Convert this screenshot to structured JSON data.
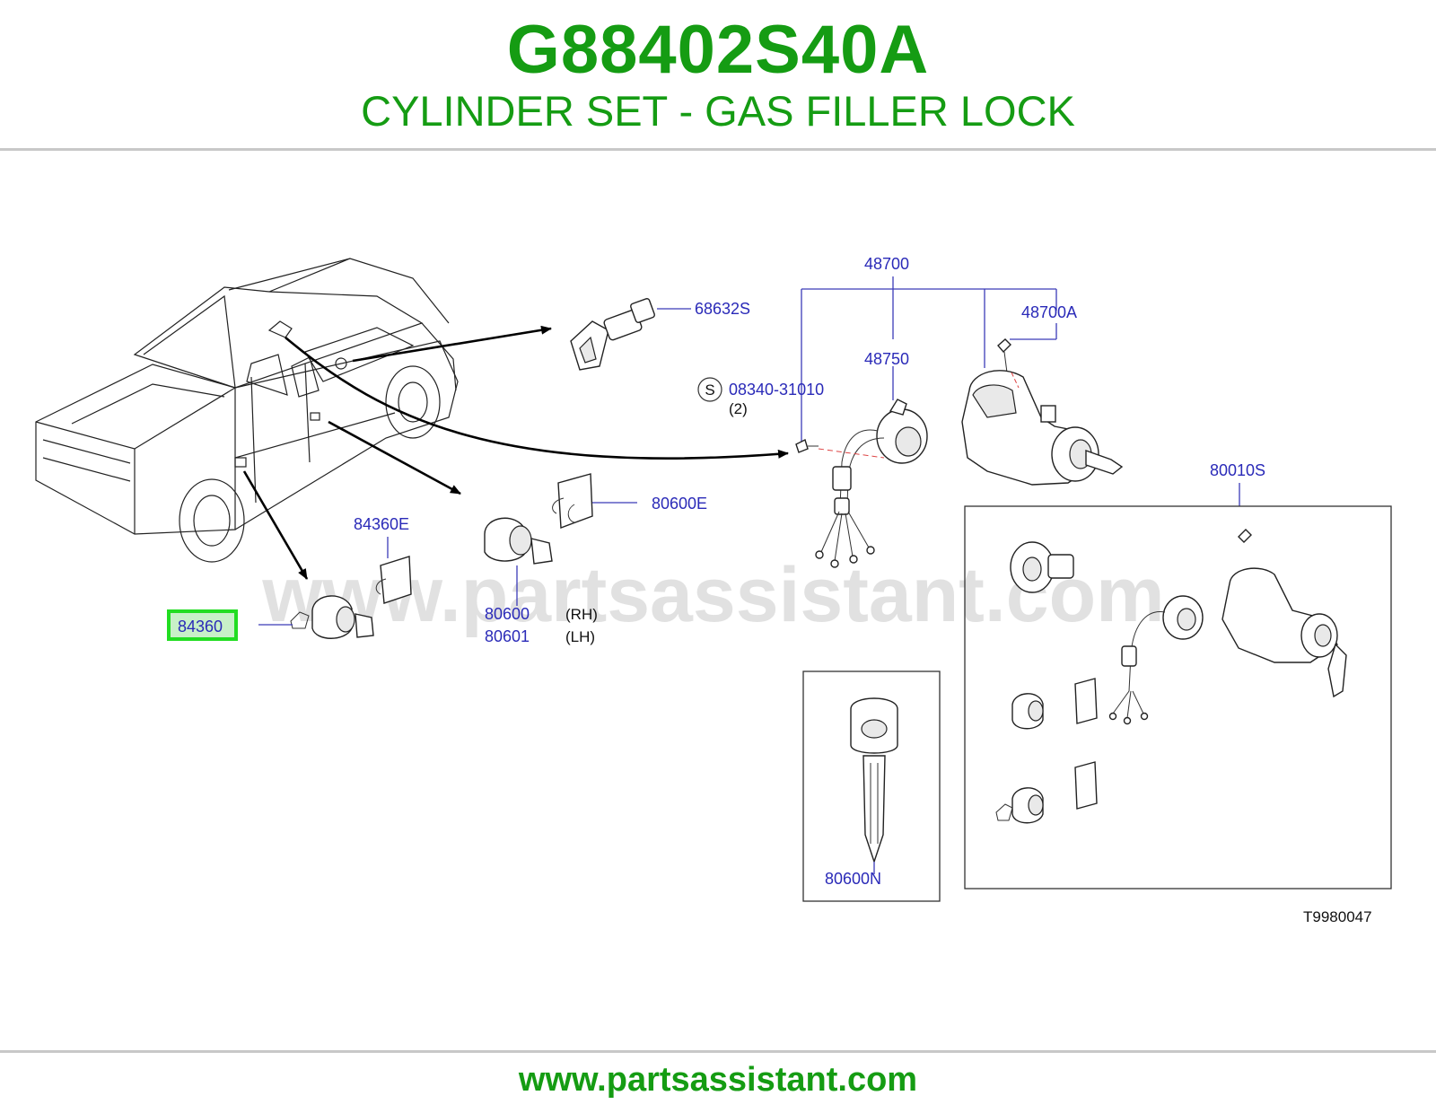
{
  "header": {
    "part_number": "G88402S40A",
    "description": "CYLINDER SET - GAS FILLER LOCK"
  },
  "watermark": "www.partsassistant.com",
  "footer": {
    "url": "www.partsassistant.com"
  },
  "diagram": {
    "drawing_id": "T9980047",
    "highlighted_part": "84360",
    "callouts": {
      "c68632S": "68632S",
      "c48700": "48700",
      "c48700A": "48700A",
      "c48750": "48750",
      "c08340": "08340-31010",
      "c08340_qty": "(2)",
      "c08340_symbol": "S",
      "c80010S": "80010S",
      "c84360E": "84360E",
      "c80600E": "80600E",
      "c84360": "84360",
      "c80600": "80600",
      "c80600_side": "(RH)",
      "c80601": "80601",
      "c80601_side": "(LH)",
      "c80600N": "80600N"
    }
  },
  "colors": {
    "brand_green": "#159c13",
    "callout_blue": "#2a2ab8",
    "highlight_green": "#22dd22",
    "highlight_fill": "#c8f0c8"
  }
}
